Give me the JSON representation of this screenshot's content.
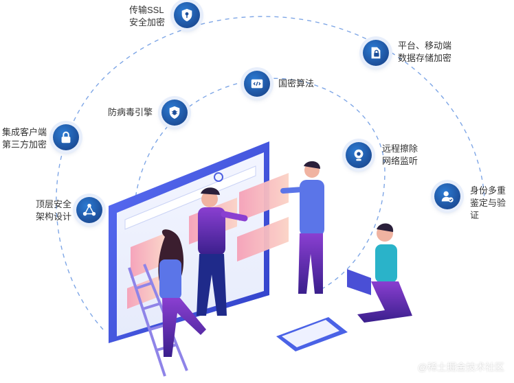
{
  "features": [
    {
      "id": "ssl",
      "label": "传输SSL\n安全加密",
      "icon": "shield-key-icon"
    },
    {
      "id": "storage",
      "label": "平台、移动端\n数据存储加密",
      "icon": "file-lock-icon"
    },
    {
      "id": "sm",
      "label": "国密算法",
      "icon": "code-window-icon"
    },
    {
      "id": "antivirus",
      "label": "防病毒引擎",
      "icon": "shield-bug-icon"
    },
    {
      "id": "thirdparty",
      "label": "集成客户端\n第三方加密",
      "icon": "padlock-icon"
    },
    {
      "id": "remote",
      "label": "远程擦除\n网络监听",
      "icon": "webcam-icon"
    },
    {
      "id": "auth",
      "label": "身份多重\n鉴定与验证",
      "icon": "user-check-icon"
    },
    {
      "id": "arch",
      "label": "顶层安全\n架构设计",
      "icon": "network-nodes-icon"
    }
  ],
  "watermark": "@稀土掘金技术社区"
}
